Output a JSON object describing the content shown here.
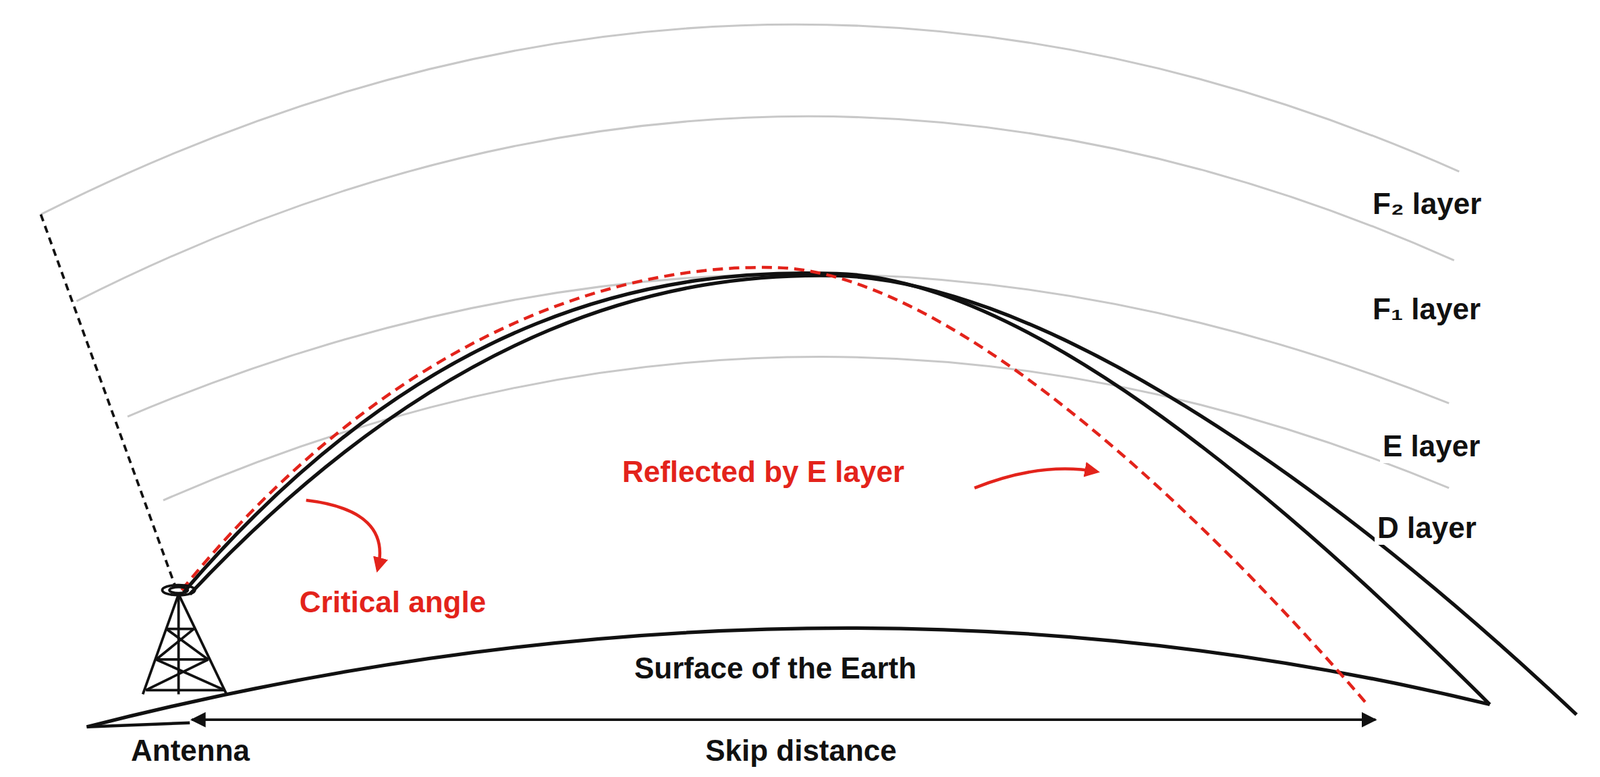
{
  "diagram": {
    "labels": [
      "F₂ layer",
      "F₁ layer",
      "E layer",
      "D layer",
      "Reflected by E layer",
      "Critical angle",
      "Surface of the Earth",
      "Antenna",
      "Skip distance"
    ]
  }
}
